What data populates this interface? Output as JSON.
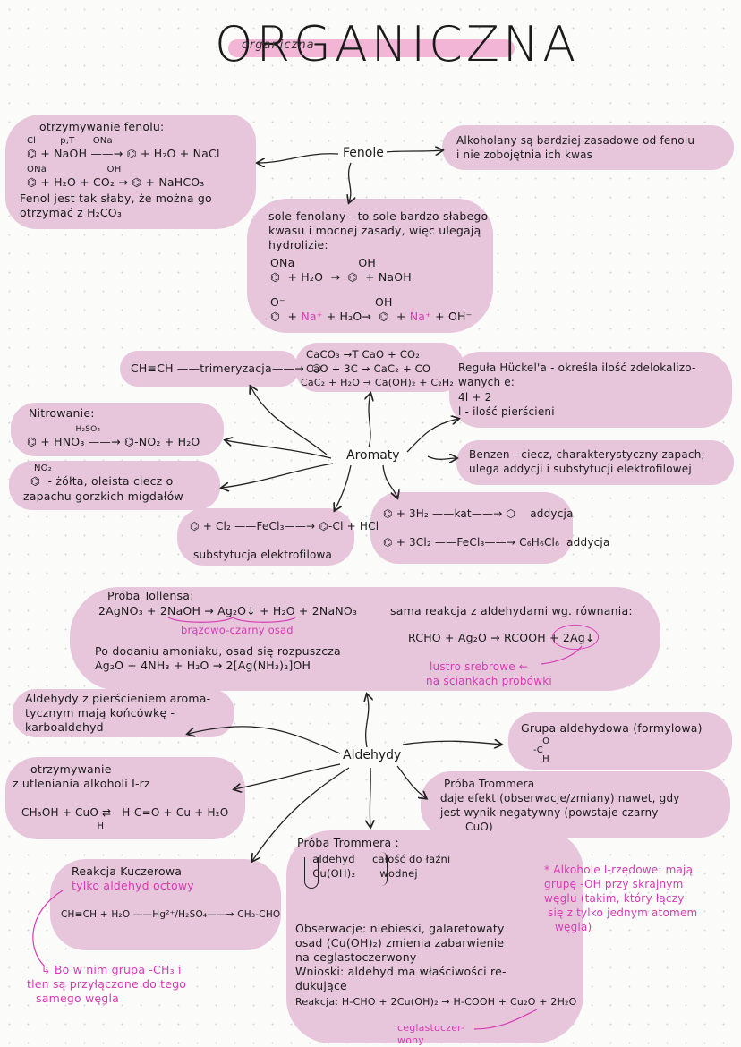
{
  "title": "ORGANICZNA",
  "subtitle": "organiczna",
  "fenole": {
    "hub": "Fenole",
    "otrzymywanie": [
      "otrzymywanie fenolu:",
      "Cl        p,T      ONa",
      "⌬ + NaOH ——→ ⌬ + H₂O + NaCl",
      "ONa                    OH",
      "⌬ + H₂O + CO₂ → ⌬ + NaHCO₃",
      "Fenol jest tak słaby, że można go",
      "otrzymać z H₂CO₃"
    ],
    "alkoholany": [
      "Alkoholany są bardziej zasadowe od fenolu",
      "i nie zobojętnia ich kwas"
    ],
    "sole": [
      "sole-fenolany - to sole bardzo słabego",
      "kwasu i mocnej zasady, więc ulegają",
      "hydrolizie:"
    ],
    "hydroliza1": "ONa                 OH\n⌬  + H₂O  →  ⌬  + NaOH",
    "hydroliza2_pre": "O⁻                        OH\n⌬  + ",
    "hydroliza2_na": "Na⁺",
    "hydroliza2_mid": " + H₂O→  ⌬  + ",
    "hydroliza2_na2": "Na⁺",
    "hydroliza2_post": " + OH⁻"
  },
  "aromaty": {
    "hub": "Aromaty",
    "trimer": "CH≡CH ——trimeryzacja——→  ⬡",
    "cao": [
      "CaCO₃ →T CaO + CO₂",
      "CaO + 3C → CaC₂ + CO",
      "CaC₂ + H₂O → Ca(OH)₂ + C₂H₂"
    ],
    "huckel": [
      "Reguła Hückel'a - określa ilość zdelokalizo-",
      "wanych e:",
      "4l + 2",
      "l - ilość pierścieni"
    ],
    "nitrowanie": [
      "Nitrowanie:",
      "        H₂SO₄",
      "⌬ + HNO₃ ——→ ⌬-NO₂ + H₂O"
    ],
    "benzen": [
      "Benzen - ciecz, charakterystyczny zapach;",
      "ulega addycji i substytucji elektrofilowej"
    ],
    "nitrobenzen": [
      "NO₂",
      "⌬  - żółta, oleista ciecz o",
      "zapachu gorzkich migdałów"
    ],
    "addycja1": "⌬ + 3H₂ ——kat——→ ⬡    addycja",
    "addycja2": "⌬ + 3Cl₂ ——FeCl₃——→ C₆H₆Cl₆  addycja",
    "substytucja": [
      "⌬ + Cl₂ ——FeCl₃——→ ⌬-Cl + HCl",
      "substytucja elektrofilowa"
    ]
  },
  "tollens": {
    "header": "Próba Tollensa:",
    "eq1": "2AgNO₃ + 2NaOH → Ag₂O↓ + H₂O + 2NaNO₃",
    "brown": "brązowo-czarny osad",
    "sama": "sama reakcja z aldehydami wg. równania:",
    "rchoLeft": "RCHO + Ag₂O → RCOOH + ",
    "ag": "2Ag↓",
    "amoniak": "Po dodaniu amoniaku, osad się rozpuszcza",
    "eq2": "Ag₂O + 4NH₃ + H₂O → 2[Ag(NH₃)₂]OH",
    "lustro": "lustro srebrowe ←",
    "sciankach": "na ściankach probówki"
  },
  "aldehydy": {
    "hub": "Aldehydy",
    "karbo": [
      "Aldehydy z pierścieniem aroma-",
      "tycznym mają końcówkę -",
      "karboaldehyd"
    ],
    "grupa": "Grupa aldehydowa (formylowa)",
    "grupaFormula": "   O\n-C\n   H",
    "otrzymywanie": [
      "otrzymywanie",
      "z utleniania alkoholi I-rz",
      "",
      "CH₃OH + CuO ⇄   H-C=O + Cu + H₂O",
      "                         H"
    ],
    "trommerRight": [
      "Próba Trommera",
      "daje efekt (obserwacje/zmiany) nawet, gdy",
      "jest wynik negatywny (powstaje czarny",
      "CuO)"
    ],
    "kucz": [
      "Reakcja Kuczerowa"
    ],
    "kuczPink": "tylko aldehyd octowy",
    "kuczEq": "CH≡CH + H₂O ——Hg²⁺/H₂SO₄——→ CH₃-CHO",
    "bo": [
      "↳ Bo w nim grupa -CH₃ i",
      "tlen są przyłączone do tego",
      "samego węgla"
    ],
    "trommerMain": [
      "Próba Trommera :",
      "     aldehyd     całość do łaźni",
      "     Cu(OH)₂       wodnej",
      "",
      "",
      "Obserwacje: niebieski, galaretowaty",
      "osad (Cu(OH)₂) zmienia zabarwienie",
      "na ceglastoczerwony",
      "Wnioski: aldehyd ma właściwości re-",
      "dukujące",
      "Reakcja: H-CHO + 2Cu(OH)₂ → H-COOH + Cu₂O + 2H₂O"
    ],
    "ceglasto": "ceglastoczer-\nwony",
    "note": [
      "* Alkohole I-rzędowe: mają",
      "grupę -OH przy skrajnym",
      "węglu (takim, który łączy",
      "się z tylko jednym atomem",
      "węgla)"
    ]
  }
}
